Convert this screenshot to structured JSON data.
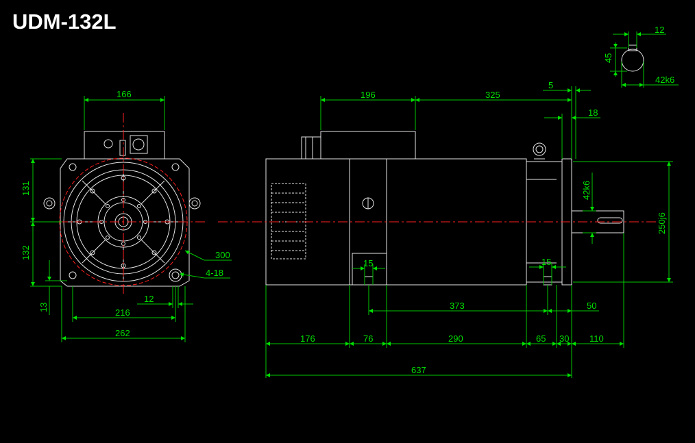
{
  "title": "UDM-132L",
  "colors": {
    "background": "#000000",
    "outline": "#e6e6e6",
    "dimension": "#00e000",
    "centerline": "#ff2020"
  },
  "front_view": {
    "width_top": "166",
    "height_upper": "131",
    "height_lower": "132",
    "pcd": "300",
    "holes": "4-18",
    "foot_offset": "12",
    "foot_height": "13",
    "hole_spacing": "216",
    "overall_width": "262"
  },
  "side_view": {
    "box_length": "196",
    "top_length": "325",
    "flange_offset": "5",
    "flange_width": "18",
    "shaft_dia": "42k6",
    "spigot_dia": "250j6",
    "slot_a": "15",
    "slot_b": "15",
    "hole_distance": "373",
    "shaft_offset": "50",
    "seg_176": "176",
    "seg_76": "76",
    "seg_290": "290",
    "seg_65": "65",
    "seg_30": "30",
    "seg_110": "110",
    "overall_length": "637"
  },
  "key_detail": {
    "key_width": "12",
    "key_height": "45",
    "shaft_dia": "42k6"
  }
}
